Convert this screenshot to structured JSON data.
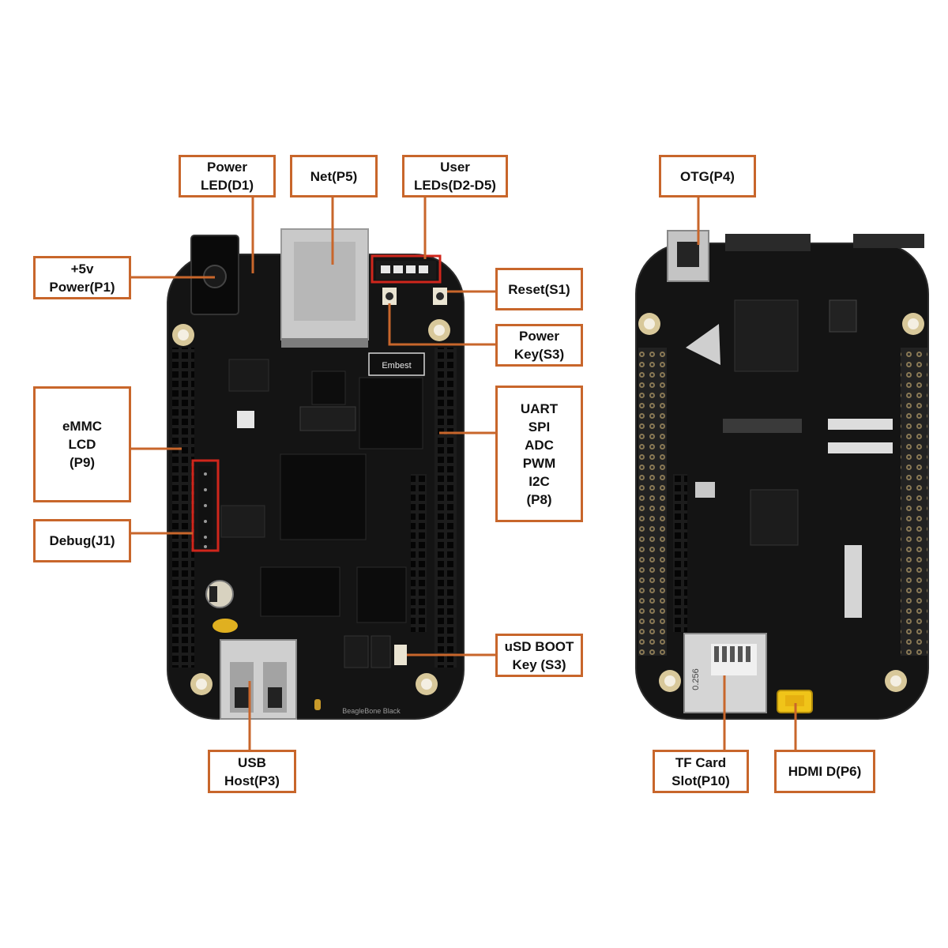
{
  "accent_color": "#c8662b",
  "highlight_color": "#d0261c",
  "front_callouts": [
    {
      "id": "power-led",
      "lines": [
        "Power",
        "LED(D1)"
      ]
    },
    {
      "id": "net",
      "lines": [
        "Net(P5)"
      ]
    },
    {
      "id": "user-leds",
      "lines": [
        "User",
        "LEDs(D2-D5)"
      ]
    },
    {
      "id": "power-5v",
      "lines": [
        "+5v",
        "Power(P1)"
      ]
    },
    {
      "id": "reset",
      "lines": [
        "Reset(S1)"
      ]
    },
    {
      "id": "power-key",
      "lines": [
        "Power",
        "Key(S3)"
      ]
    },
    {
      "id": "emmc-lcd",
      "lines": [
        "eMMC",
        "LCD",
        "(P9)"
      ]
    },
    {
      "id": "uart-spi",
      "lines": [
        "UART",
        "SPI",
        "ADC",
        "PWM",
        "I2C",
        "(P8)"
      ]
    },
    {
      "id": "debug",
      "lines": [
        "Debug(J1)"
      ]
    },
    {
      "id": "usd-boot",
      "lines": [
        "uSD BOOT",
        "Key (S3)"
      ]
    },
    {
      "id": "usb-host",
      "lines": [
        "USB",
        "Host(P3)"
      ]
    }
  ],
  "back_callouts": [
    {
      "id": "otg",
      "lines": [
        "OTG(P4)"
      ]
    },
    {
      "id": "tf-card",
      "lines": [
        "TF Card",
        "Slot(P10)"
      ]
    },
    {
      "id": "hdmi",
      "lines": [
        "HDMI D(P6)"
      ]
    }
  ],
  "board_labels": {
    "front_logo": "Embest",
    "front_footer": "BeagleBone Black",
    "card_slot_mark": "0.256"
  }
}
